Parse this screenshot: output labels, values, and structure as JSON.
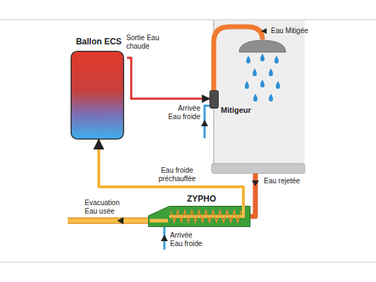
{
  "diagram": {
    "nodes": [
      {
        "text": [
          "Ballon ECS"
        ]
      },
      {
        "text": [
          "Mitigeur"
        ]
      },
      {
        "text": [
          "ZYPHO"
        ]
      }
    ],
    "edges": [
      {
        "from": 0,
        "to": 1,
        "arrow": "to",
        "label": "Sortie Eau chaude"
      },
      {
        "from": 2,
        "to": 0,
        "arrow": "to",
        "label": "Eau froide préchauffée"
      }
    ],
    "labels": [
      "Eau Mitigée",
      "Arrivée Eau froide",
      "Eau rejetée",
      "Evacuation Eau usée",
      "Arrivée Eau froide"
    ]
  }
}
